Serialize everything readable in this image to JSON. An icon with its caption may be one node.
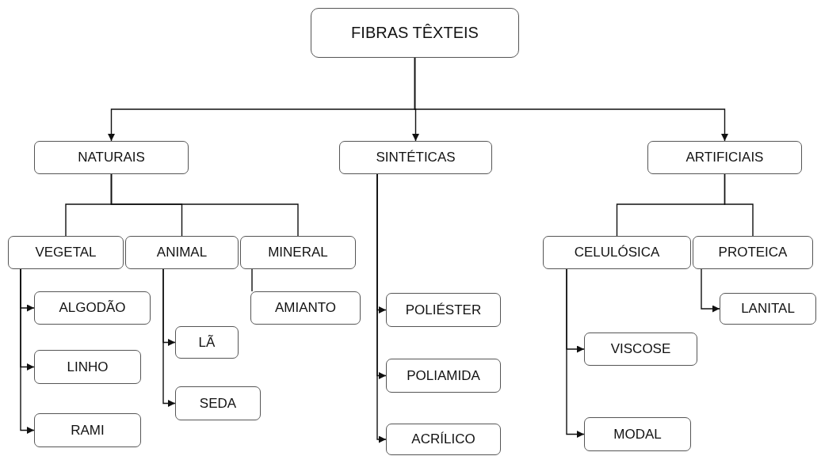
{
  "diagram": {
    "nodes": [
      {
        "text": [
          "FIBRAS TÊXTEIS"
        ]
      },
      {
        "text": [
          "NATURAIS"
        ]
      },
      {
        "text": [
          "SINTÉTICAS"
        ]
      },
      {
        "text": [
          "ARTIFICIAIS"
        ]
      },
      {
        "text": [
          "VEGETAL"
        ]
      },
      {
        "text": [
          "ANIMAL"
        ]
      },
      {
        "text": [
          "MINERAL"
        ]
      },
      {
        "text": [
          "CELULÓSICA"
        ]
      },
      {
        "text": [
          "PROTEICA"
        ]
      },
      {
        "text": [
          "ALGODÃO"
        ]
      },
      {
        "text": [
          "LINHO"
        ]
      },
      {
        "text": [
          "RAMI"
        ]
      },
      {
        "text": [
          "LÃ"
        ]
      },
      {
        "text": [
          "SEDA"
        ]
      },
      {
        "text": [
          "AMIANTO"
        ]
      },
      {
        "text": [
          "POLIÉSTER"
        ]
      },
      {
        "text": [
          "POLIAMIDA"
        ]
      },
      {
        "text": [
          "ACRÍLICO"
        ]
      },
      {
        "text": [
          "VISCOSE"
        ]
      },
      {
        "text": [
          "MODAL"
        ]
      },
      {
        "text": [
          "LANITAL"
        ]
      }
    ],
    "edges": [
      {
        "from": 0,
        "to": 1,
        "arrow": "to"
      },
      {
        "from": 0,
        "to": 2,
        "arrow": "to"
      },
      {
        "from": 0,
        "to": 3,
        "arrow": "to"
      },
      {
        "from": 1,
        "to": 4,
        "arrow": "none"
      },
      {
        "from": 1,
        "to": 5,
        "arrow": "none"
      },
      {
        "from": 1,
        "to": 6,
        "arrow": "none"
      },
      {
        "from": 3,
        "to": 7,
        "arrow": "none"
      },
      {
        "from": 3,
        "to": 8,
        "arrow": "none"
      },
      {
        "from": 4,
        "to": 9,
        "arrow": "to"
      },
      {
        "from": 4,
        "to": 10,
        "arrow": "to"
      },
      {
        "from": 4,
        "to": 11,
        "arrow": "to"
      },
      {
        "from": 5,
        "to": 12,
        "arrow": "to"
      },
      {
        "from": 5,
        "to": 13,
        "arrow": "to"
      },
      {
        "from": 6,
        "to": 14,
        "arrow": "none"
      },
      {
        "from": 2,
        "to": 15,
        "arrow": "to"
      },
      {
        "from": 2,
        "to": 16,
        "arrow": "to"
      },
      {
        "from": 2,
        "to": 17,
        "arrow": "to"
      },
      {
        "from": 7,
        "to": 18,
        "arrow": "to"
      },
      {
        "from": 7,
        "to": 19,
        "arrow": "to"
      },
      {
        "from": 8,
        "to": 20,
        "arrow": "to"
      }
    ]
  }
}
